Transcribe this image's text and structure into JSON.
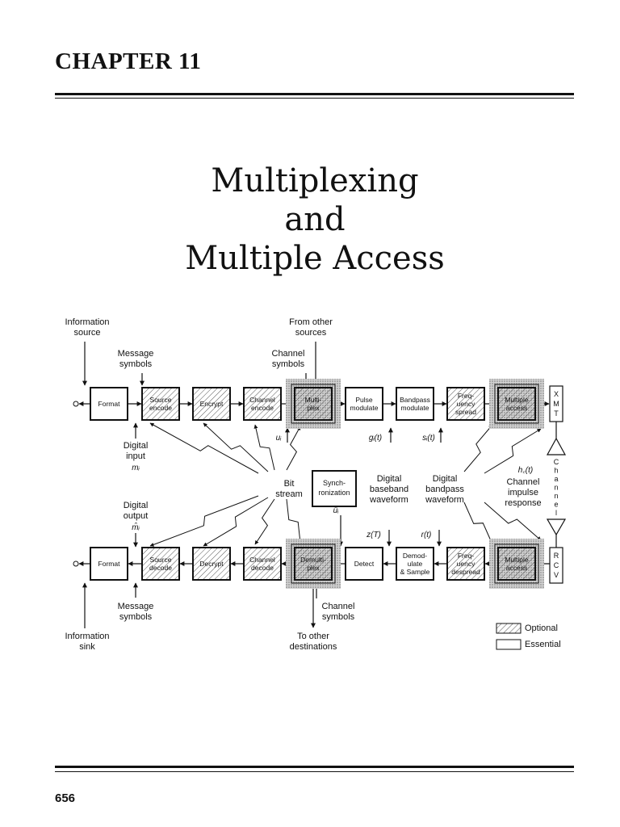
{
  "header": {
    "chapter": "CHAPTER 11"
  },
  "title": {
    "line1": "Multiplexing",
    "line2": "and",
    "line3": "Multiple Access"
  },
  "diagram": {
    "top_labels": {
      "info_source": [
        "Information",
        "source"
      ],
      "message_symbols": [
        "Message",
        "symbols"
      ],
      "from_other": [
        "From other",
        "sources"
      ],
      "channel_symbols": [
        "Channel",
        "symbols"
      ]
    },
    "tx_blocks": [
      {
        "key": "format",
        "lines": [
          "Format"
        ],
        "style": "essential"
      },
      {
        "key": "source_encode",
        "lines": [
          "Source",
          "encode"
        ],
        "style": "optional"
      },
      {
        "key": "encrypt",
        "lines": [
          "Encrypt"
        ],
        "style": "optional"
      },
      {
        "key": "channel_encode",
        "lines": [
          "Channel",
          "encode"
        ],
        "style": "optional"
      },
      {
        "key": "multiplex",
        "lines": [
          "Multi-",
          "plex"
        ],
        "style": "highlight"
      },
      {
        "key": "pulse_modulate",
        "lines": [
          "Pulse",
          "modulate"
        ],
        "style": "essential"
      },
      {
        "key": "bandpass_modulate",
        "lines": [
          "Bandpass",
          "modulate"
        ],
        "style": "essential"
      },
      {
        "key": "frequency_spread",
        "lines": [
          "Freq-",
          "uency",
          "spread"
        ],
        "style": "optional"
      },
      {
        "key": "multiple_access",
        "lines": [
          "Multiple",
          "access"
        ],
        "style": "highlight"
      }
    ],
    "rx_blocks": [
      {
        "key": "format",
        "lines": [
          "Format"
        ],
        "style": "essential"
      },
      {
        "key": "source_decode",
        "lines": [
          "Source",
          "decode"
        ],
        "style": "optional"
      },
      {
        "key": "decrypt",
        "lines": [
          "Decrypt"
        ],
        "style": "optional"
      },
      {
        "key": "channel_decode",
        "lines": [
          "Channel",
          "decode"
        ],
        "style": "optional"
      },
      {
        "key": "demultiplex",
        "lines": [
          "Demulti-",
          "plex"
        ],
        "style": "highlight"
      },
      {
        "key": "detect",
        "lines": [
          "Detect"
        ],
        "style": "essential"
      },
      {
        "key": "demodulate",
        "lines": [
          "Demod-",
          "ulate",
          "& Sample"
        ],
        "style": "essential"
      },
      {
        "key": "frequency_despread",
        "lines": [
          "Freq-",
          "uency",
          "despread"
        ],
        "style": "optional"
      },
      {
        "key": "multiple_access",
        "lines": [
          "Multiple",
          "access"
        ],
        "style": "highlight"
      }
    ],
    "xmt_letters": [
      "X",
      "M",
      "T"
    ],
    "rcv_letters": [
      "R",
      "C",
      "V"
    ],
    "channel_letters": [
      "C",
      "h",
      "a",
      "n",
      "n",
      "e",
      "l"
    ],
    "signals": {
      "u_i": "uᵢ",
      "g_i": "gᵢ(t)",
      "s_i": "sᵢ(t)",
      "h_c": "h꜀(t)",
      "z_T": "z(T)",
      "r_t": "r(t)",
      "u_hat": "ûᵢ"
    },
    "mid_labels": {
      "digital_input": [
        "Digital",
        "input",
        "mᵢ"
      ],
      "digital_output": [
        "Digital",
        "output",
        "m̂ᵢ"
      ],
      "bit_stream": [
        "Bit",
        "stream"
      ],
      "synchronization": [
        "Synch-",
        "ronization"
      ],
      "digital_baseband": [
        "Digital",
        "baseband",
        "waveform"
      ],
      "digital_bandpass": [
        "Digital",
        "bandpass",
        "waveform"
      ],
      "channel_impulse": [
        "Channel",
        "impulse",
        "response"
      ]
    },
    "bottom_labels": {
      "message_symbols": [
        "Message",
        "symbols"
      ],
      "info_sink": [
        "Information",
        "sink"
      ],
      "channel_symbols": [
        "Channel",
        "symbols"
      ],
      "to_other": [
        "To other",
        "destinations"
      ]
    },
    "legend": {
      "optional": "Optional",
      "essential": "Essential"
    }
  },
  "footer": {
    "page_number": "656"
  }
}
